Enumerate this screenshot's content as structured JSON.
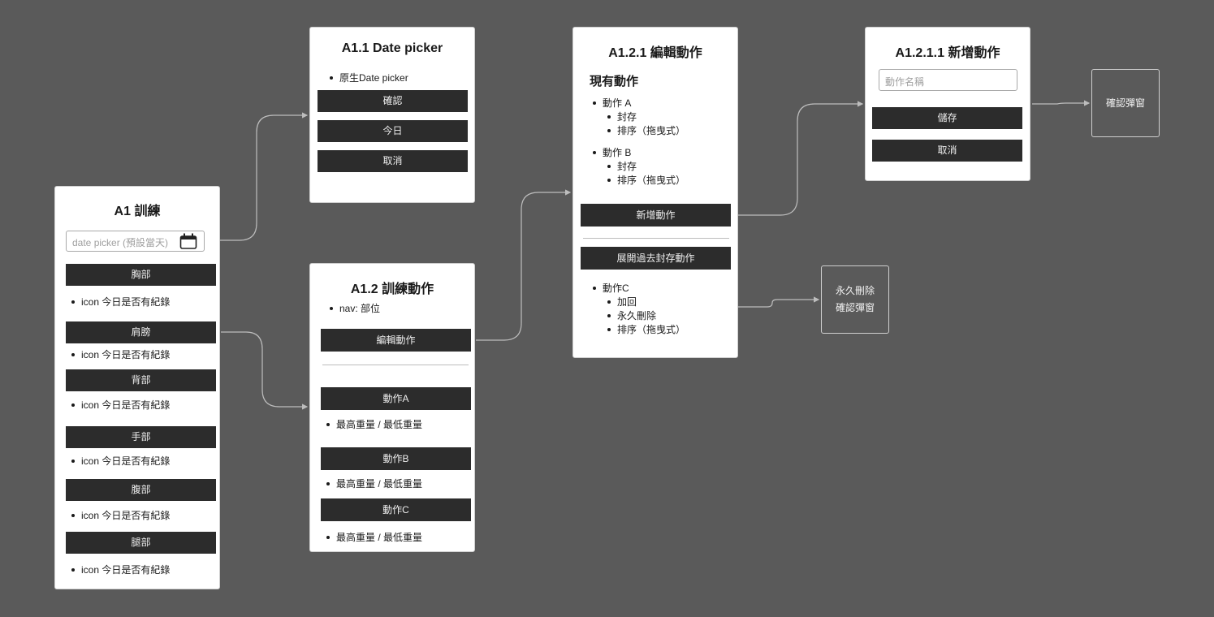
{
  "a1": {
    "title": "A1 訓練",
    "date_placeholder": "date picker (預設當天)",
    "groups": [
      {
        "label": "胸部",
        "note": "icon 今日是否有紀錄"
      },
      {
        "label": "肩膀",
        "note": "icon 今日是否有紀錄"
      },
      {
        "label": "背部",
        "note": "icon 今日是否有紀錄"
      },
      {
        "label": "手部",
        "note": "icon 今日是否有紀錄"
      },
      {
        "label": "腹部",
        "note": "icon 今日是否有紀錄"
      },
      {
        "label": "腿部",
        "note": "icon 今日是否有紀錄"
      }
    ]
  },
  "a11": {
    "title": "A1.1 Date picker",
    "note": "原生Date picker",
    "confirm": "確認",
    "today": "今日",
    "cancel": "取消"
  },
  "a12": {
    "title": "A1.2 訓練動作",
    "nav": "nav: 部位",
    "edit": "編輯動作",
    "actions": [
      {
        "label": "動作A",
        "note": "最高重量 / 最低重量"
      },
      {
        "label": "動作B",
        "note": "最高重量 / 最低重量"
      },
      {
        "label": "動作C",
        "note": "最高重量 / 最低重量"
      }
    ]
  },
  "a121": {
    "title": "A1.2.1 編輯動作",
    "current": "現有動作",
    "action_a": "動作 A",
    "action_a_items": [
      "封存",
      "排序（拖曳式）"
    ],
    "action_b": "動作 B",
    "action_b_items": [
      "封存",
      "排序（拖曳式）"
    ],
    "add": "新增動作",
    "expand": "展開過去封存動作",
    "action_c": "動作C",
    "action_c_items": [
      "加回",
      "永久刪除",
      "排序（拖曳式）"
    ]
  },
  "a1211": {
    "title": "A1.2.1.1 新增動作",
    "name_placeholder": "動作名稱",
    "save": "儲存",
    "cancel": "取消"
  },
  "confirm_dialog": "確認彈窗",
  "delete_dialog": [
    "永久刪除",
    "確認彈窗"
  ]
}
